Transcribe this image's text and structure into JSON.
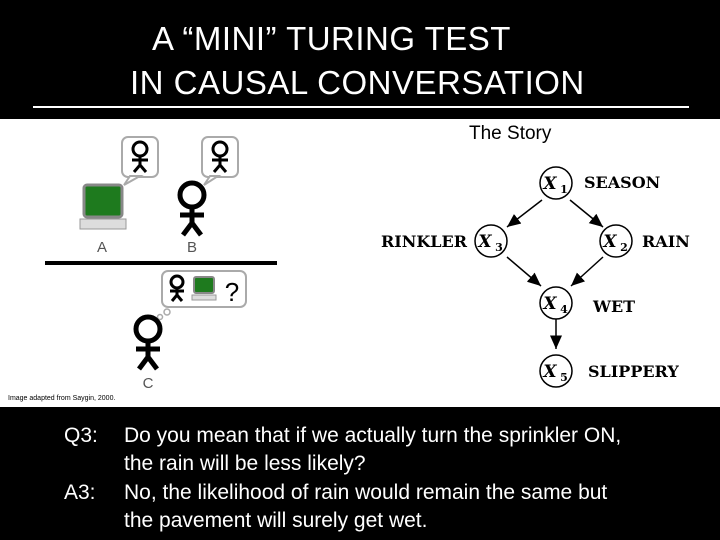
{
  "title": {
    "line1": "A “MINI” TURING TEST",
    "line2": "IN CAUSAL CONVERSATION"
  },
  "left_figure": {
    "label_a": "A",
    "label_b": "B",
    "label_c": "C",
    "question_mark": "?",
    "credit": "Image adapted from Saygin, 2000.",
    "computer_color": "#1e7a1e"
  },
  "right_figure": {
    "heading": "The Story",
    "nodes": [
      {
        "id": "X1",
        "var": "X",
        "sub": "1",
        "label": "SEASON"
      },
      {
        "id": "X2",
        "var": "X",
        "sub": "2",
        "label": "RAIN"
      },
      {
        "id": "X3",
        "var": "X",
        "sub": "3",
        "label": "SPRINKLER"
      },
      {
        "id": "X4",
        "var": "X",
        "sub": "4",
        "label": "WET"
      },
      {
        "id": "X5",
        "var": "X",
        "sub": "5",
        "label": "SLIPPERY"
      }
    ],
    "edges": [
      [
        "X1",
        "X3"
      ],
      [
        "X1",
        "X2"
      ],
      [
        "X3",
        "X4"
      ],
      [
        "X2",
        "X4"
      ],
      [
        "X4",
        "X5"
      ]
    ]
  },
  "dialogue": {
    "q_tag": "Q3:",
    "q_line1": "Do you mean that if we actually turn the sprinkler ON,",
    "q_line2": "the rain will be less likely?",
    "a_tag": "A3:",
    "a_line1": "No, the likelihood of rain would remain the same but",
    "a_line2": "the pavement will surely get wet."
  }
}
